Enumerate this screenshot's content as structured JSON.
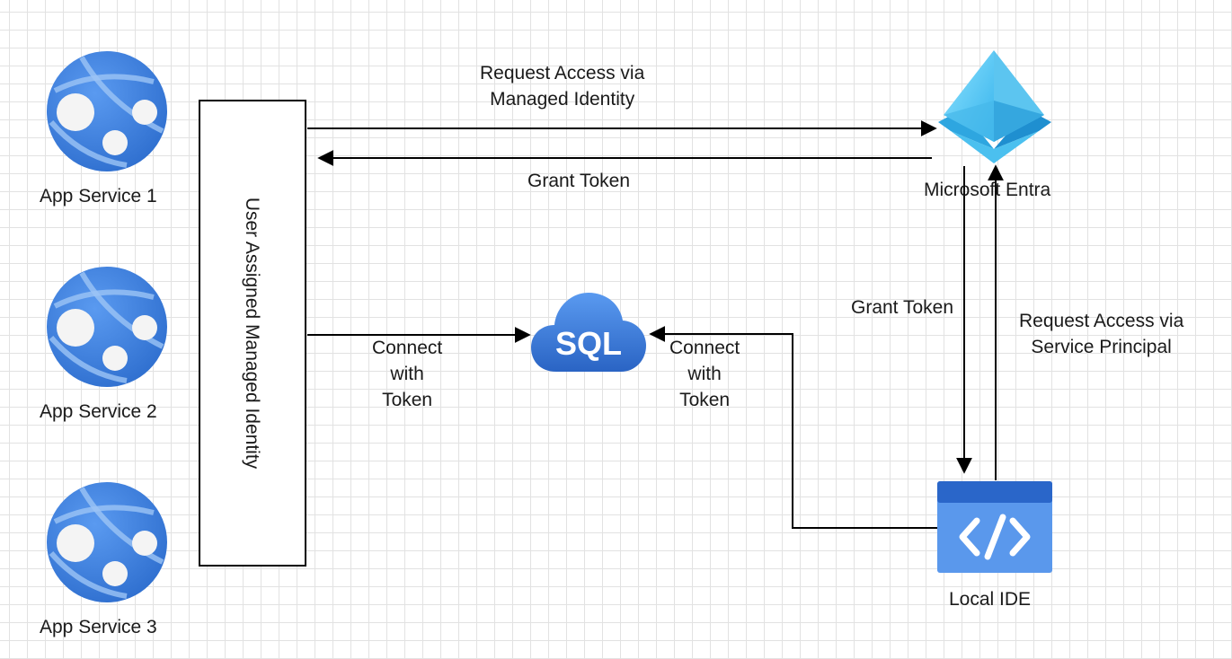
{
  "nodes": {
    "app1": {
      "label": "App Service 1"
    },
    "app2": {
      "label": "App Service 2"
    },
    "app3": {
      "label": "App Service 3"
    },
    "managed_identity": {
      "label": "User Assigned Managed Identity"
    },
    "sql": {
      "label": "SQL"
    },
    "entra": {
      "label": "Microsoft Entra"
    },
    "ide": {
      "label": "Local IDE"
    }
  },
  "edges": {
    "request_mi": "Request Access via\nManaged Identity",
    "grant_token_top": "Grant Token",
    "connect_left": "Connect\nwith\nToken",
    "connect_right": "Connect\nwith\nToken",
    "grant_token_side": "Grant Token",
    "request_sp": "Request Access via\nService Principal"
  },
  "colors": {
    "azure_blue": "#3f7fd9",
    "azure_light": "#7fb2f0",
    "entra_cyan": "#50c8f4",
    "line": "#000000"
  }
}
